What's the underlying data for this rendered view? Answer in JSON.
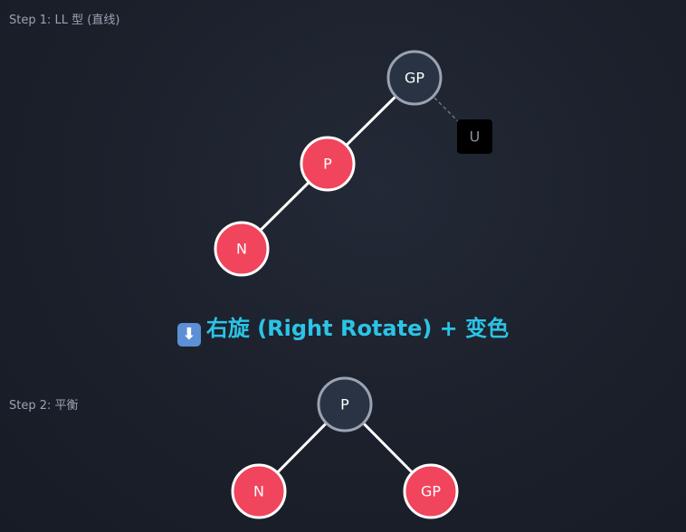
{
  "step1": {
    "label": "Step 1: LL 型 (直线)",
    "nodes": {
      "gp": "GP",
      "p": "P",
      "n": "N",
      "u": "U"
    }
  },
  "rotation": {
    "icon": "down-arrow-icon",
    "arrow_glyph": "⬇",
    "caption": "右旋 (Right Rotate) + 变色"
  },
  "step2": {
    "label": "Step 2: 平衡",
    "nodes": {
      "p": "P",
      "n": "N",
      "gp": "GP"
    }
  },
  "colors": {
    "red_node": "#f0455d",
    "black_node": "#2a3344",
    "black_node_border": "#9aa3b2",
    "red_node_border": "#ffffff",
    "edge": "#ffffff",
    "nil_leaf": "#000000",
    "caption": "#2bc4e6",
    "arrow_icon_bg": "#5b8fd6"
  }
}
